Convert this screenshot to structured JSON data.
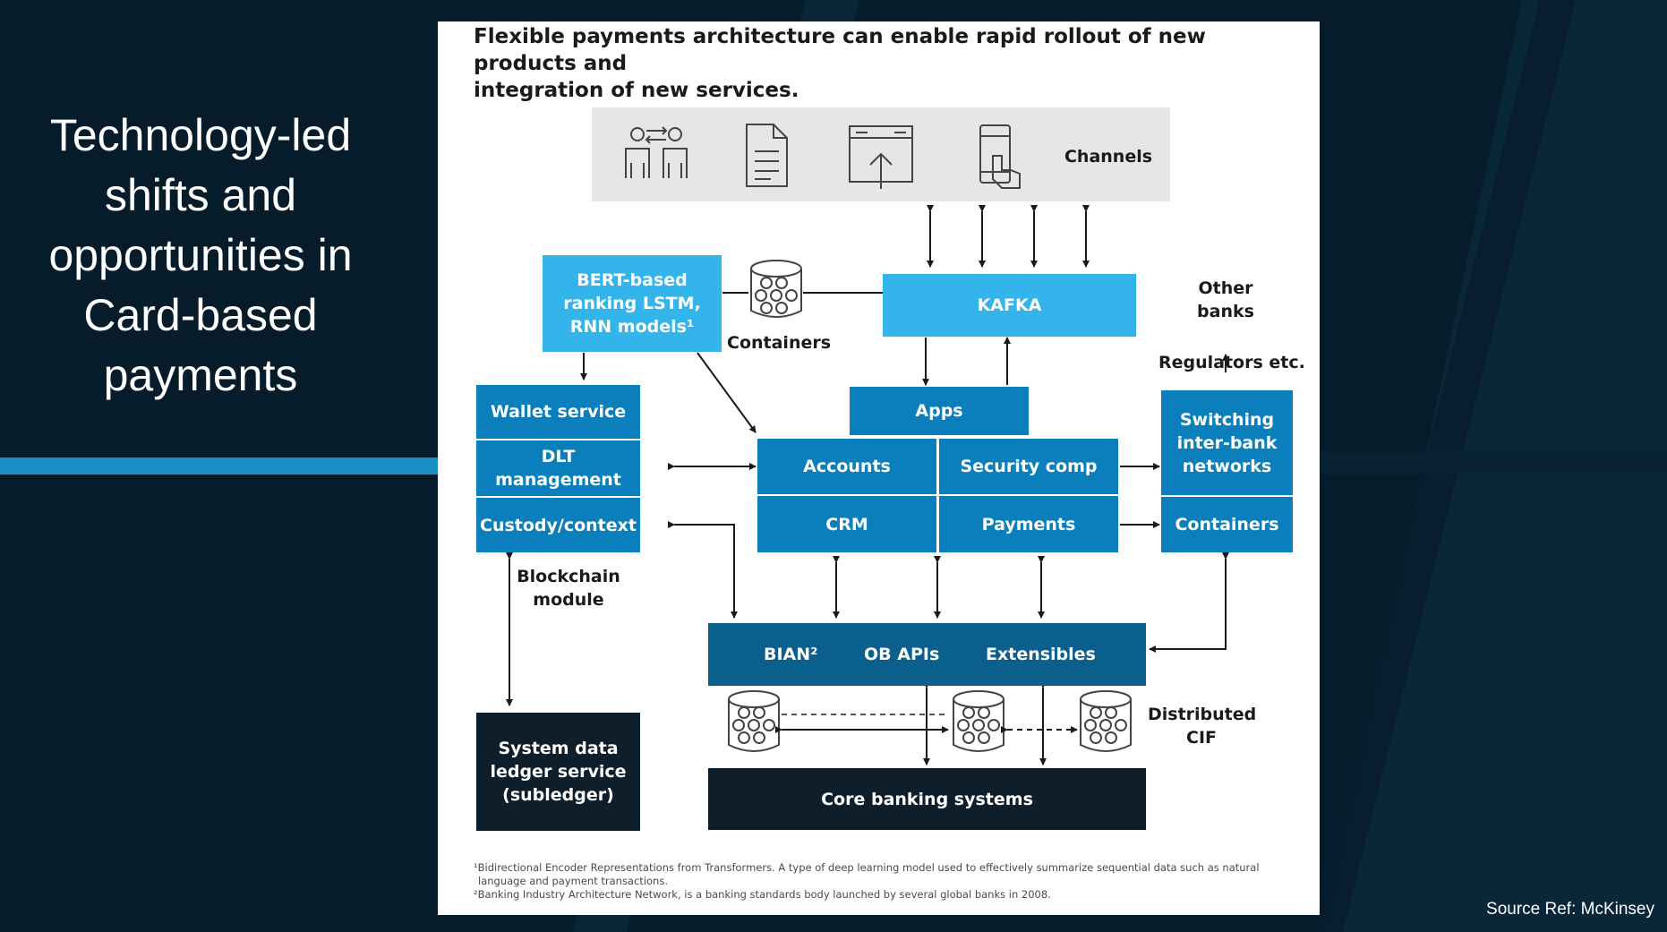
{
  "slide": {
    "title_lines": [
      "Technology-led",
      "shifts and",
      "opportunities in",
      "Card-based",
      "payments"
    ],
    "source": "Source Ref: McKinsey"
  },
  "diagram": {
    "headline_lines": [
      "Flexible payments architecture can enable rapid rollout of new products and",
      "integration of new services."
    ],
    "channels_label": "Channels",
    "channel_icons": [
      "people-exchange-icon",
      "document-icon",
      "upload-window-icon",
      "mobile-tap-icon"
    ],
    "models_box_lines": [
      "BERT-based",
      "ranking LSTM,",
      "RNN models¹"
    ],
    "containers_top_label": "Containers",
    "kafka": "KAFKA",
    "other_banks_lines": [
      "Other",
      "banks"
    ],
    "regulators": "Regulators etc.",
    "apps": "Apps",
    "blockchain": {
      "wallet": "Wallet service",
      "dlt": "DLT management",
      "custody": "Custody/context",
      "label_lines": [
        "Blockchain",
        "module"
      ]
    },
    "core_grid": {
      "accounts": "Accounts",
      "security": "Security comp",
      "crm": "CRM",
      "payments": "Payments"
    },
    "switching_lines": [
      "Switching",
      "inter-bank",
      "networks"
    ],
    "switching_containers": "Containers",
    "api_layer": {
      "bian": "BIAN²",
      "ob": "OB APIs",
      "ext": "Extensibles"
    },
    "distributed_cif_lines": [
      "Distributed",
      "CIF"
    ],
    "ledger_lines": [
      "System data",
      "ledger service",
      "(subledger)"
    ],
    "core_banking": "Core banking systems",
    "footnotes": [
      "¹Bidirectional Encoder Representations from Transformers. A type of deep learning model used to effectively summarize sequential data such as natural",
      "  language and payment transactions.",
      "²Banking Industry Architecture Network, is a banking standards body launched by several global banks in 2008."
    ]
  },
  "colors": {
    "background": "#071c2b",
    "accent_stripe": "#1a8fc4",
    "light_blue": "#33b5ec",
    "mid_blue": "#0b7fbb",
    "dark_box": "#0e1e2b",
    "channels_band": "#e6e6e6"
  }
}
